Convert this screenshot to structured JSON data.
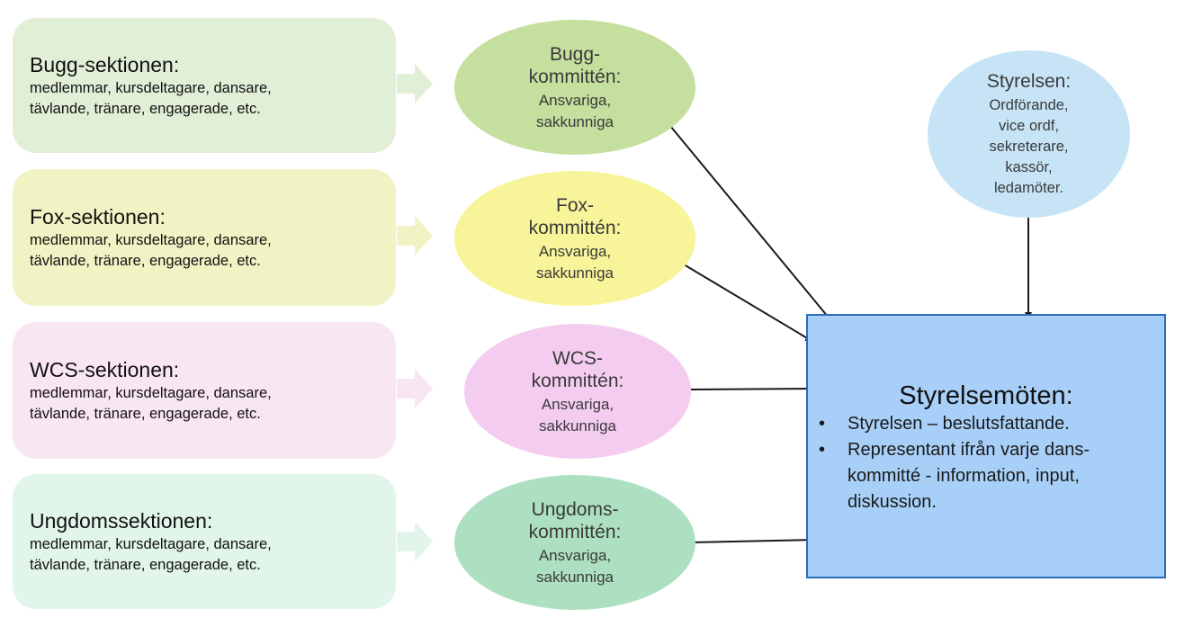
{
  "sections": [
    {
      "title": "Bugg-sektionen:",
      "line1": "medlemmar, kursdeltagare, dansare,",
      "line2": "tävlande, tränare, engagerade, etc.",
      "color": "#e2efd7"
    },
    {
      "title": "Fox-sektionen:",
      "line1": "medlemmar, kursdeltagare, dansare,",
      "line2": "tävlande, tränare, engagerade, etc.",
      "color": "#f2f3c4"
    },
    {
      "title": "WCS-sektionen:",
      "line1": "medlemmar, kursdeltagare, dansare,",
      "line2": "tävlande, tränare, engagerade, etc.",
      "color": "#f9e6f3"
    },
    {
      "title": "Ungdomssektionen:",
      "line1": "medlemmar, kursdeltagare, dansare,",
      "line2": "tävlande, tränare, engagerade, etc.",
      "color": "#e1f5ea"
    }
  ],
  "committees": [
    {
      "head1": "Bugg-",
      "head2": "kommittén:",
      "sub1": "Ansvariga,",
      "sub2": "sakkunniga",
      "color": "#c5df9e"
    },
    {
      "head1": "Fox-",
      "head2": "kommittén:",
      "sub1": "Ansvariga,",
      "sub2": "sakkunniga",
      "color": "#f8f49a"
    },
    {
      "head1": "WCS-",
      "head2": "kommittén:",
      "sub1": "Ansvariga,",
      "sub2": "sakkunniga",
      "color": "#f4ccf0"
    },
    {
      "head1": "Ungdoms-",
      "head2": "kommittén:",
      "sub1": "Ansvariga,",
      "sub2": "sakkunniga",
      "color": "#ace0c1"
    }
  ],
  "board": {
    "title": "Styrelsen:",
    "members": [
      "Ordförande,",
      "vice ordf,",
      "sekreterare,",
      "kassör,",
      "ledamöter."
    ],
    "color": "#c6e4f6"
  },
  "meeting": {
    "title": "Styrelsemöten:",
    "bullet": "•",
    "points": [
      {
        "line1": "Styrelsen – beslutsfattande.",
        "line2": "",
        "line3": ""
      },
      {
        "line1": "Representant ifrån varje dans-",
        "line2": "kommitté - information, input,",
        "line3": "diskussion."
      }
    ],
    "fill": "#a8cff7",
    "border": "#2a6bbd"
  },
  "edges": [
    {
      "from": "section-bugg",
      "to": "committee-bugg"
    },
    {
      "from": "section-fox",
      "to": "committee-fox"
    },
    {
      "from": "section-wcs",
      "to": "committee-wcs"
    },
    {
      "from": "section-ungdom",
      "to": "committee-ungdom"
    },
    {
      "from": "committee-bugg",
      "to": "styrelsemoten"
    },
    {
      "from": "committee-fox",
      "to": "styrelsemoten"
    },
    {
      "from": "committee-wcs",
      "to": "styrelsemoten"
    },
    {
      "from": "committee-ungdom",
      "to": "styrelsemoten"
    },
    {
      "from": "styrelsen",
      "to": "styrelsemoten"
    }
  ]
}
